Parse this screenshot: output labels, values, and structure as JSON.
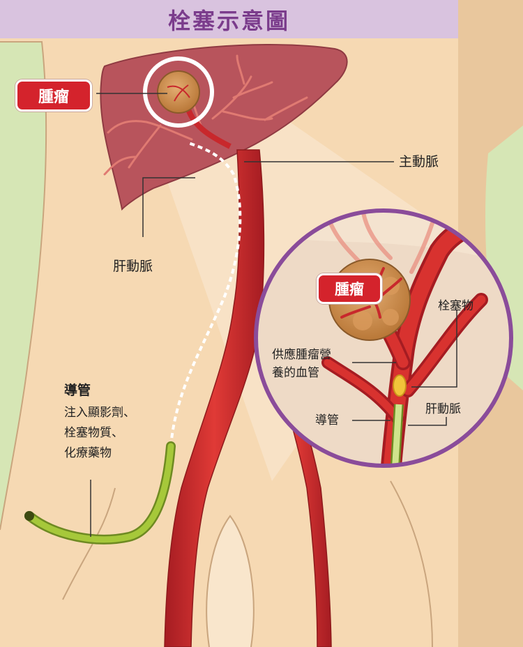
{
  "title": "栓塞示意圖",
  "labels": {
    "tumor_main": "腫瘤",
    "aorta": "主動脈",
    "hepatic_artery_main": "肝動脈",
    "catheter_title": "導管",
    "catheter_desc": [
      "注入顯影劑、",
      "栓塞物質、",
      "化療藥物"
    ],
    "tumor_inset": "腫瘤",
    "embolus": "栓塞物",
    "feeding_vessel": [
      "供應腫瘤營",
      "養的血管"
    ],
    "catheter_inset": "導管",
    "hepatic_artery_inset": "肝動脈"
  },
  "colors": {
    "title_bg": "#d9c3df",
    "title_text": "#7b3c8c",
    "skin": "#f6d9b3",
    "liver": "#b8545c",
    "artery": "#c8282c",
    "tumor": "#c98a4e",
    "catheter": "#a6c83a",
    "inset_ring": "#8a4c9a",
    "badge": "#d4232c"
  }
}
